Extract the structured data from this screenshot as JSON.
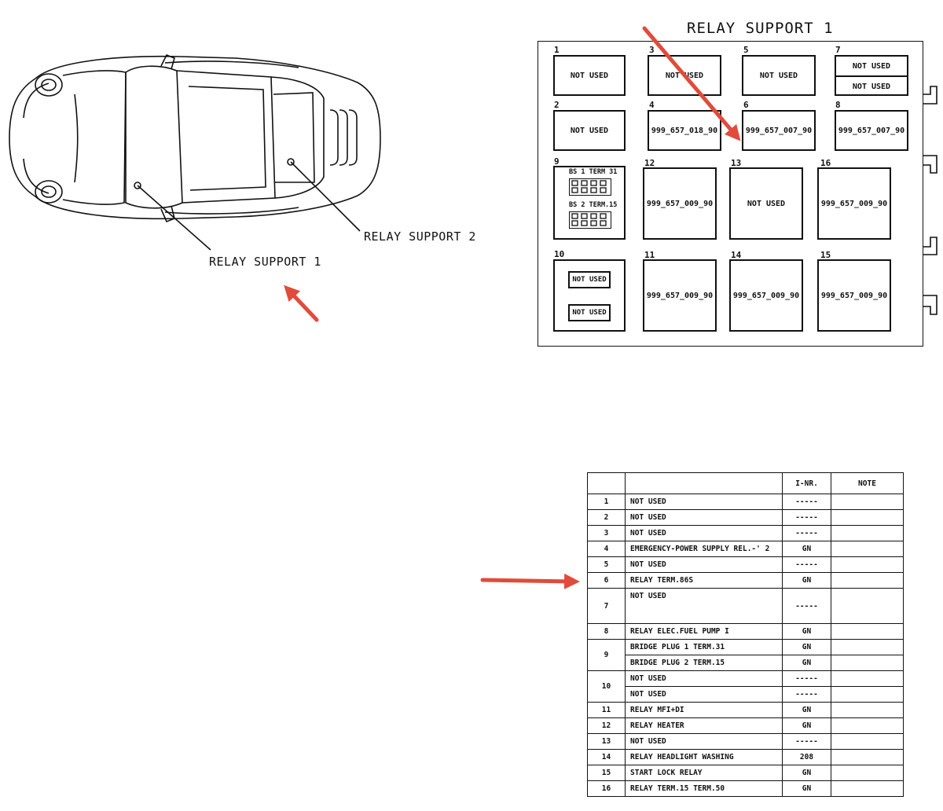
{
  "car_view": {
    "label_support1": "RELAY SUPPORT 1",
    "label_support2": "RELAY SUPPORT 2"
  },
  "panel": {
    "title": "RELAY SUPPORT 1",
    "slots": [
      {
        "num": "1",
        "text": "NOT USED"
      },
      {
        "num": "3",
        "text": "NOT USED"
      },
      {
        "num": "5",
        "text": "NOT USED"
      },
      {
        "num": "7",
        "text_a": "NOT USED",
        "text_b": "NOT USED"
      },
      {
        "num": "2",
        "text": "NOT USED"
      },
      {
        "num": "4",
        "text": "999_657_018_90"
      },
      {
        "num": "6",
        "text": "999_657_007_90"
      },
      {
        "num": "8",
        "text": "999_657_007_90"
      },
      {
        "num": "9",
        "text_a": "BS 1 TERM 31",
        "text_b": "BS 2 TERM.15"
      },
      {
        "num": "12",
        "text": "999_657_009_90"
      },
      {
        "num": "13",
        "text": "NOT USED"
      },
      {
        "num": "16",
        "text": "999_657_009_90"
      },
      {
        "num": "10",
        "text_a": "NOT USED",
        "text_b": "NOT USED"
      },
      {
        "num": "11",
        "text": "999_657_009_90"
      },
      {
        "num": "14",
        "text": "999_657_009_90"
      },
      {
        "num": "15",
        "text": "999_657_009_90"
      }
    ]
  },
  "table": {
    "headers": [
      "",
      "",
      "I-NR.",
      "NOTE"
    ],
    "rows": [
      {
        "num": "1",
        "desc": "NOT USED",
        "inr": "-----"
      },
      {
        "num": "2",
        "desc": "NOT USED",
        "inr": "-----"
      },
      {
        "num": "3",
        "desc": "NOT USED",
        "inr": "-----"
      },
      {
        "num": "4",
        "desc": "EMERGENCY-POWER SUPPLY REL.-' 2",
        "inr": "GN"
      },
      {
        "num": "5",
        "desc": "NOT USED",
        "inr": "-----"
      },
      {
        "num": "6",
        "desc": "RELAY  TERM.86S",
        "inr": "GN"
      },
      {
        "num": "7",
        "desc": "NOT USED",
        "inr": "-----"
      },
      {
        "num": "8",
        "desc": "RELAY ELEC.FUEL PUMP I",
        "inr": "GN"
      },
      {
        "num": "9",
        "desc": "BRIDGE PLUG 1   TERM.31",
        "inr": "GN",
        "desc2": "BRIDGE PLUG 2  TERM.15",
        "inr2": "GN"
      },
      {
        "num": "10",
        "desc": "NOT USED",
        "inr": "-----",
        "desc2": "NOT USED",
        "inr2": "-----"
      },
      {
        "num": "11",
        "desc": "RELAY MFI+DI",
        "inr": "GN"
      },
      {
        "num": "12",
        "desc": "RELAY  HEATER",
        "inr": "GN"
      },
      {
        "num": "13",
        "desc": "NOT USED",
        "inr": "-----"
      },
      {
        "num": "14",
        "desc": "RELAY  HEADLIGHT WASHING",
        "inr": "208"
      },
      {
        "num": "15",
        "desc": "START LOCK   RELAY",
        "inr": "GN"
      },
      {
        "num": "16",
        "desc": "RELAY  TERM.15 TERM.50",
        "inr": "GN"
      }
    ]
  },
  "colors": {
    "arrow": "#e04b3c",
    "line": "#111111"
  },
  "icons": [
    "car-top-view-icon",
    "red-arrow-icon"
  ]
}
